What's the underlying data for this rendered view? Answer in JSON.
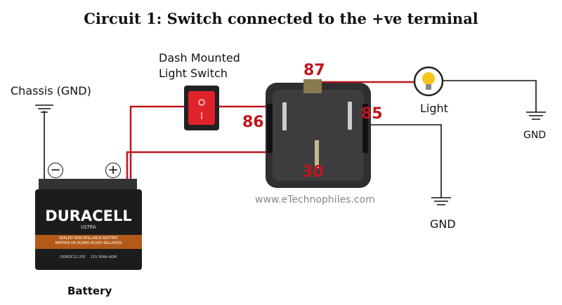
{
  "title": "Circuit 1: Switch connected to the +ve terminal",
  "labels": {
    "switch": "Dash Mounted",
    "switch2": "Light Switch",
    "chassis": "Chassis (GND)",
    "light": "Light",
    "gnd1": "GND",
    "gnd2": "GND",
    "battery": "Battery",
    "watermark": "www.eTechnophiles.com"
  },
  "pins": {
    "p87": "87",
    "p86": "86",
    "p85": "85",
    "p30": "30"
  },
  "battery": {
    "brand": "DURACELL",
    "sub": "ULTRA",
    "line1": "SEALED NON-SPILLABLE BATTERY",
    "line2": "BATERÍA DE PLOMO-ÁCIDO SELLADOS",
    "model": "DURDC12-20C    12V 20Ah AGM",
    "neg": "−",
    "pos": "+"
  },
  "colors": {
    "wire_red": "#c0161c",
    "wire_black": "#111111"
  }
}
